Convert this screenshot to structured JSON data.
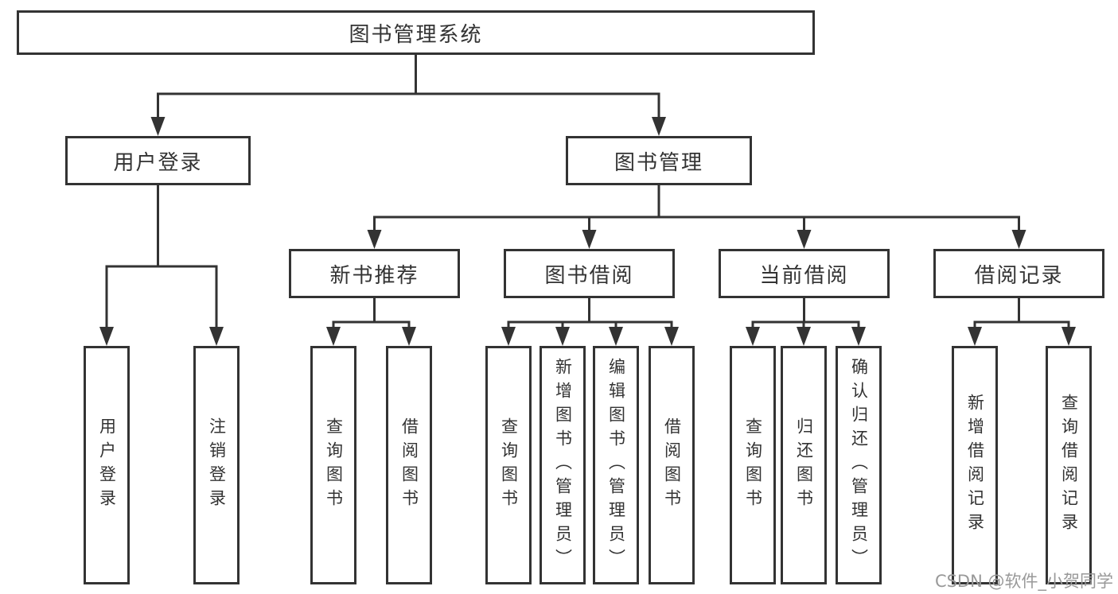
{
  "tree": {
    "root": {
      "label": "图书管理系统",
      "children": [
        {
          "label": "用户登录",
          "children": [
            {
              "label": "用户登录"
            },
            {
              "label": "注销登录"
            }
          ]
        },
        {
          "label": "图书管理",
          "children": [
            {
              "label": "新书推荐",
              "children": [
                {
                  "label": "查询图书"
                },
                {
                  "label": "借阅图书"
                }
              ]
            },
            {
              "label": "图书借阅",
              "children": [
                {
                  "label": "查询图书"
                },
                {
                  "label": "新增图书（管理员）"
                },
                {
                  "label": "编辑图书（管理员）"
                },
                {
                  "label": "借阅图书"
                }
              ]
            },
            {
              "label": "当前借阅",
              "children": [
                {
                  "label": "查询图书"
                },
                {
                  "label": "归还图书"
                },
                {
                  "label": "确认归还（管理员）"
                }
              ]
            },
            {
              "label": "借阅记录",
              "children": [
                {
                  "label": "新增借阅记录"
                },
                {
                  "label": "查询借阅记录"
                }
              ]
            }
          ]
        }
      ]
    }
  },
  "watermark": {
    "text": "CSDN @软件_小贺同学"
  },
  "colors": {
    "line": "#333333",
    "text": "#333333",
    "background": "#ffffff",
    "watermark": "#999999"
  }
}
